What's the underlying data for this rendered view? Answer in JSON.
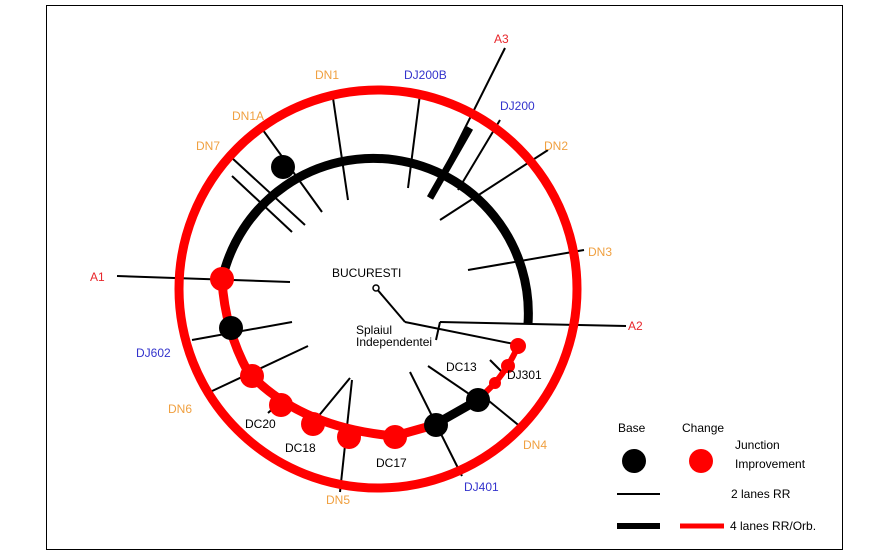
{
  "center_label": "BUCURESTI",
  "inner_street_label": [
    "Splaiul",
    "Independentei"
  ],
  "colors": {
    "motorway": "#e8262b",
    "national_road": "#f0a040",
    "county_road": "#3333cc",
    "local_road": "#000000",
    "ring_base": "#000000",
    "ring_change": "#ff0000"
  },
  "road_labels": [
    {
      "text": "A3",
      "category": "motorway"
    },
    {
      "text": "DN1",
      "category": "national_road"
    },
    {
      "text": "DJ200B",
      "category": "county_road"
    },
    {
      "text": "DJ200",
      "category": "county_road"
    },
    {
      "text": "DN1A",
      "category": "national_road"
    },
    {
      "text": "DN2",
      "category": "national_road"
    },
    {
      "text": "DN7",
      "category": "national_road"
    },
    {
      "text": "DN3",
      "category": "national_road"
    },
    {
      "text": "A1",
      "category": "motorway"
    },
    {
      "text": "A2",
      "category": "motorway"
    },
    {
      "text": "DJ602",
      "category": "county_road"
    },
    {
      "text": "DC13",
      "category": "local_road"
    },
    {
      "text": "DJ301",
      "category": "local_road"
    },
    {
      "text": "DN6",
      "category": "national_road"
    },
    {
      "text": "DC20",
      "category": "local_road"
    },
    {
      "text": "DN4",
      "category": "national_road"
    },
    {
      "text": "DC18",
      "category": "local_road"
    },
    {
      "text": "DC17",
      "category": "local_road"
    },
    {
      "text": "DJ401",
      "category": "county_road"
    },
    {
      "text": "DN5",
      "category": "national_road"
    }
  ],
  "legend": {
    "base_header": "Base",
    "change_header": "Change",
    "junction_label": [
      "Junction",
      "Improvement"
    ],
    "two_lanes_label": "2 lanes RR",
    "four_lanes_label": "4 lanes RR/Orb."
  }
}
